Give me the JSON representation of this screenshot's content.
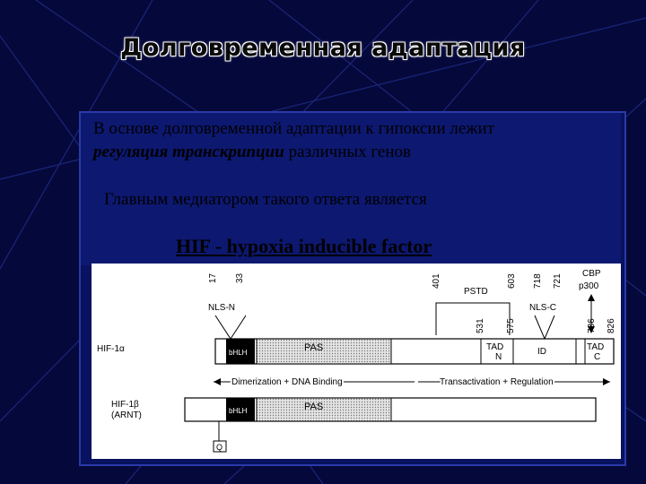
{
  "slide": {
    "title": "Долговременная адаптация",
    "para1_text": "В основе долговременной адаптации к гипоксии лежит",
    "para1_emphasis": "регуляция транскрипции",
    "para1_rest": " различных генов",
    "para2": "Главным медиатором такого ответа является",
    "para3": "HIF - hypoxia  inducible factor"
  },
  "figure": {
    "hif1a_label": "HIF-1α",
    "hif1b_label_1": "HIF-1β",
    "hif1b_label_2": "(ARNT)",
    "bhlh": "bHLH",
    "pas": "PAS",
    "tad_n_1": "TAD",
    "tad_n_2": "N",
    "id": "ID",
    "tad_c_1": "TAD",
    "tad_c_2": "C",
    "nls_n": "NLS-N",
    "nls_c": "NLS-C",
    "pstd": "PSTD",
    "cbp": "CBP",
    "p300": "p300",
    "q": "Q",
    "dimerization": "Dimerization + DNA Binding",
    "transactivation": "Transactivation + Regulation",
    "n17": "17",
    "n33": "33",
    "n401": "401",
    "n531": "531",
    "n575": "575",
    "n603": "603",
    "n718": "718",
    "n721": "721",
    "n786": "786",
    "n826": "826"
  }
}
